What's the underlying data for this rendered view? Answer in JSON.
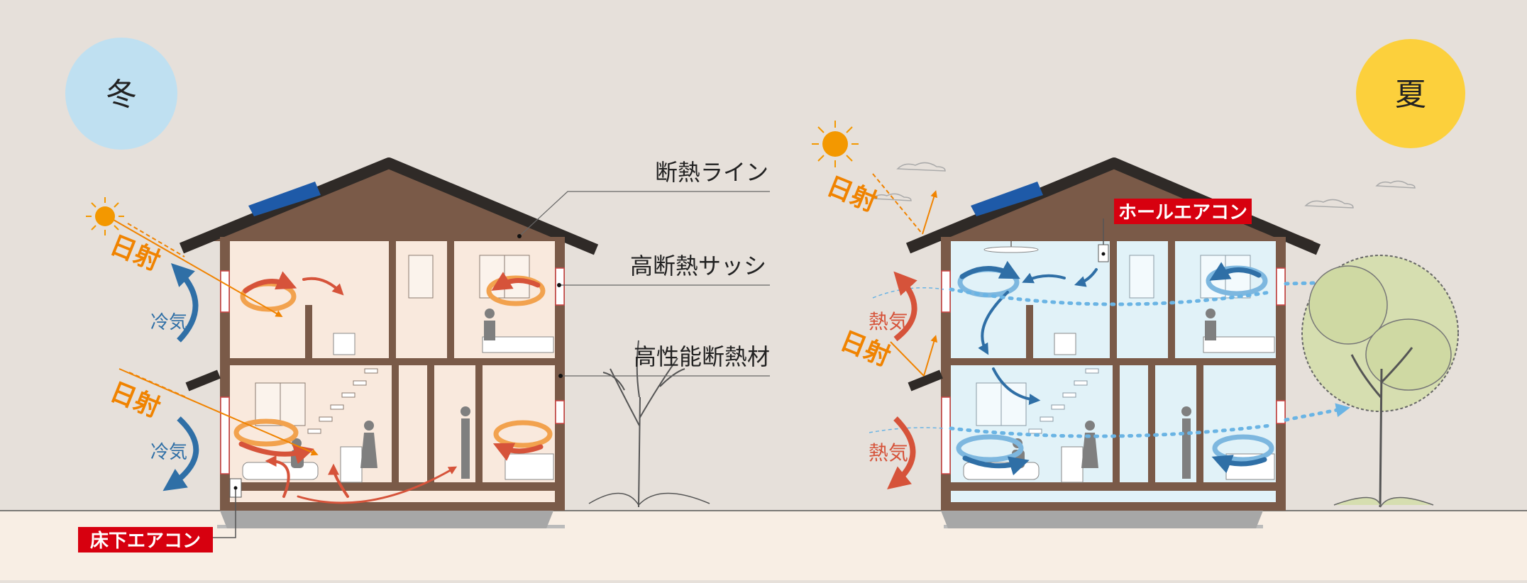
{
  "seasons": {
    "winter": "冬",
    "summer": "夏"
  },
  "labels": {
    "insulation_line": "断熱ライン",
    "high_sash": "高断熱サッシ",
    "insulation_material": "高性能断熱材",
    "sunlight": "日射",
    "cold_air": "冷気",
    "hot_air": "熱気",
    "underfloor_ac": "床下エアコン",
    "hall_ac": "ホールエアコン"
  },
  "colors": {
    "background": "#e6e0da",
    "ground": "#f8eee4",
    "wall": "#7a5a48",
    "roof": "#2f2a27",
    "winter_interior": "#f9e9dd",
    "summer_interior": "#e1f2f8",
    "warm_arrow": "#d6533a",
    "cool_arrow": "#2f6fa6",
    "sun": "#f39800",
    "label_red": "#d7000f",
    "winter_circle": "#bfe0f1",
    "summer_circle": "#fcd03c"
  },
  "icons": [
    "sun-icon",
    "solar-panel-icon",
    "tree-icon",
    "ceiling-fan-icon"
  ]
}
